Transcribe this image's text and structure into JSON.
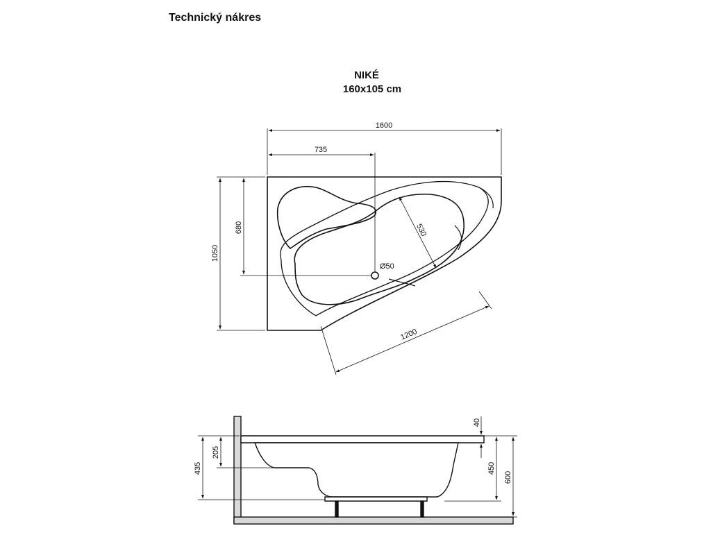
{
  "header": {
    "title": "Technický nákres"
  },
  "product": {
    "name": "NIKÉ",
    "size": "160x105 cm"
  },
  "top_view": {
    "dim_width_total": "1600",
    "dim_drain_offset_x": "735",
    "dim_height_total": "1050",
    "dim_drain_offset_y": "680",
    "dim_inner_length": "1200",
    "dim_inner_width": "530",
    "drain_diameter": "Ø50"
  },
  "side_view": {
    "dim_rim": "40",
    "dim_step": "205",
    "dim_inner_depth": "435",
    "dim_depth": "450",
    "dim_total_height": "600"
  }
}
